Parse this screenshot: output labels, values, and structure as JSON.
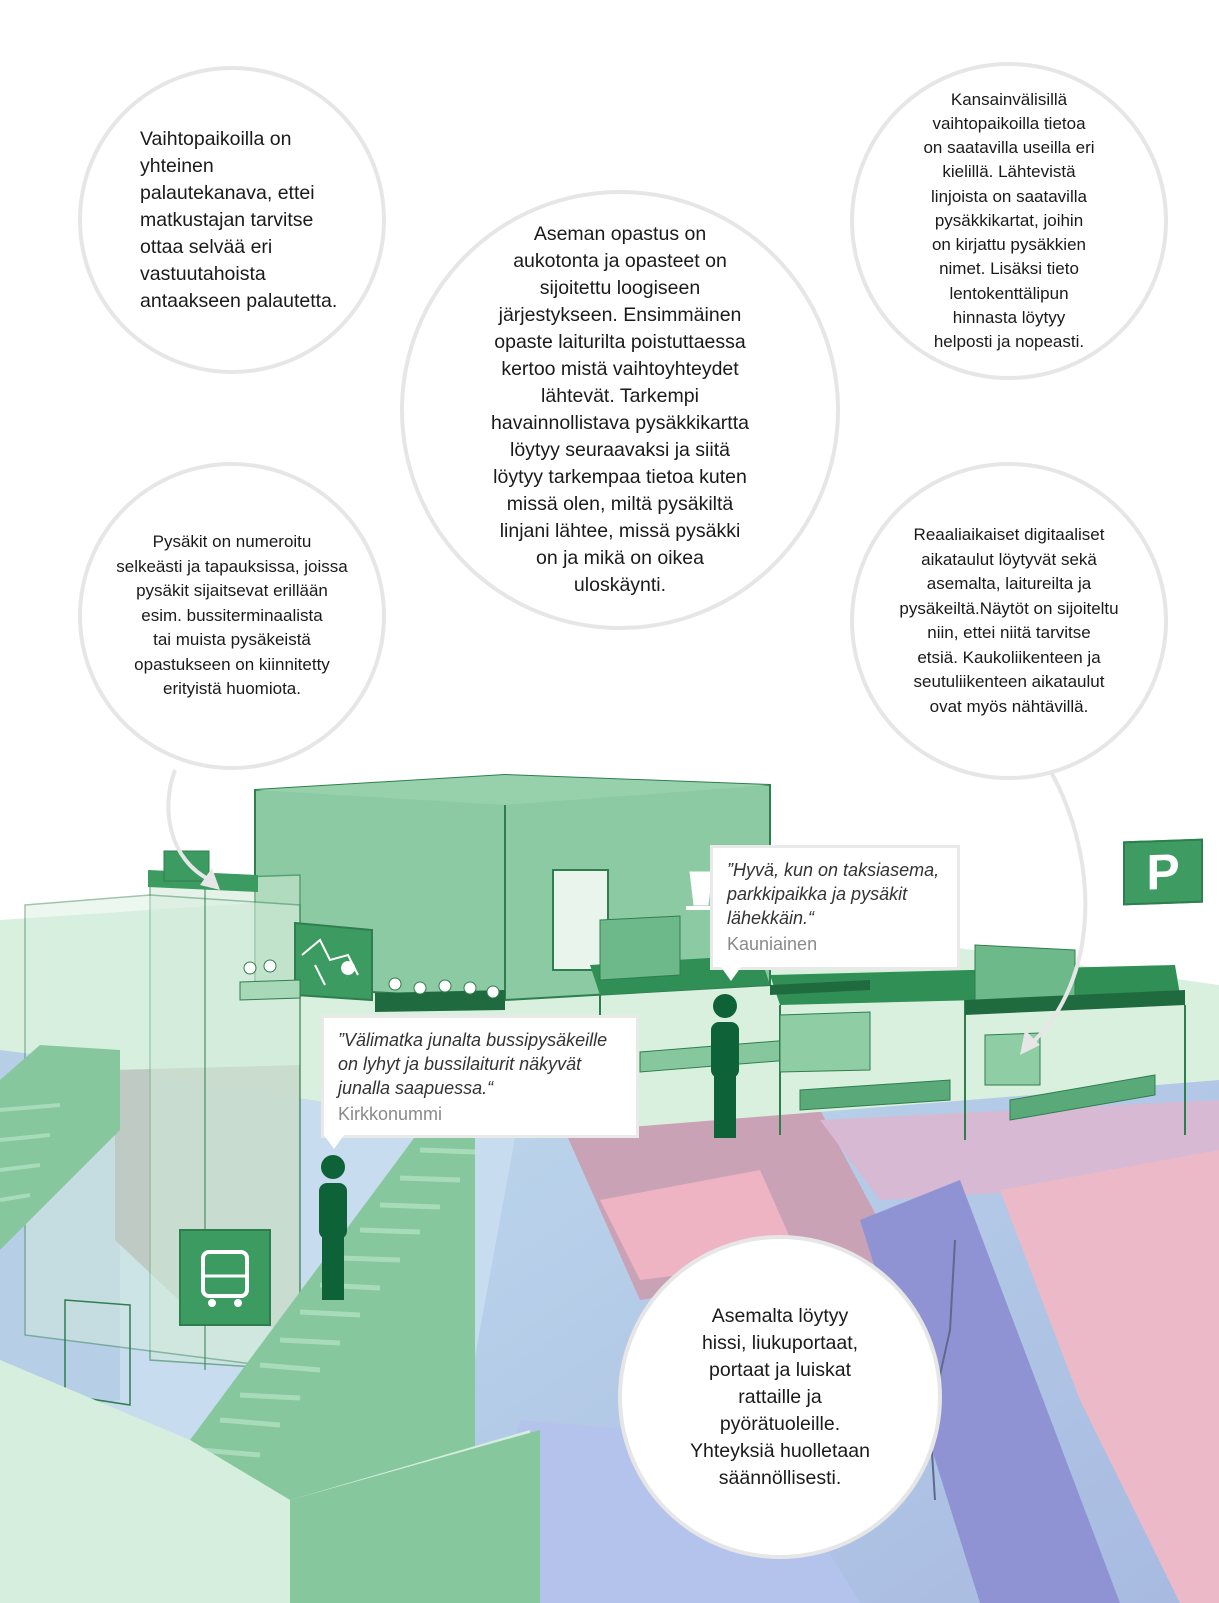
{
  "bubbles": {
    "feedback": "Vaihtopaikoilla on\nyhteinen\npalautekanava, ettei\nmatkustajan tarvitse\nottaa selvää eri\nvastuutahoista\nantaakseen palautetta.",
    "signage": "Aseman opastus on\naukotonta ja opasteet on\nsijoitettu loogiseen\njärjestykseen. Ensimmäinen\nopaste laiturilta poistuttaessa\nkertoo mistä vaihtoyhteydet\nlähtevät. Tarkempi\nhavainnollistava pysäkkikartta\nlöytyy seuraavaksi ja siitä\nlöytyy tarkempaa tietoa kuten\nmissä olen, miltä pysäkiltä\nlinjani lähtee, missä pysäkki\non ja mikä on oikea\nuloskäynti.",
    "international": "Kansainvälisillä\nvaihtopaikoilla tietoa\non saatavilla useilla eri\nkielillä. Lähtevistä\nlinjoista on saatavilla\npysäkkikartat, joihin\non kirjattu pysäkkien\nnimet. Lisäksi tieto\nlentokenttälipun\nhinnasta löytyy\nhelposti ja nopeasti.",
    "numbering": "Pysäkit on numeroitu\nselkeästi ja tapauksissa, joissa\npysäkit sijaitsevat erillään\nesim. bussiterminaalista\ntai muista pysäkeistä\nopastukseen on kiinnitetty\nerityistä huomiota.",
    "realtime": "Reaaliaikaiset digitaaliset\naikataulut löytyvät sekä\nasemalta, laitureilta ja\npysäkeiltä.Näytöt on sijoiteltu\nniin, ettei niitä tarvitse\netsiä. Kaukoliikenteen ja\nseutuliikenteen aikataulut\novat myös nähtävillä.",
    "accessibility": "Asemalta löytyy\nhissi, liukuportaat,\nportaat ja luiskat\nrattaille ja\npyörätuoleille.\nYhteyksiä huolletaan\nsäännöllisesti."
  },
  "quotes": {
    "kauniainen": {
      "text": "”Hyvä, kun on taksiasema,\nparkkipaikka ja pysäkit\nlähekkäin.“",
      "place": "Kauniainen"
    },
    "kirkkonummi": {
      "text": "”Välimatka junalta bussipysäkeille\non lyhyt ja bussilaiturit näkyvät\njunalla saapuessa.“",
      "place": "Kirkkonummi"
    }
  },
  "signs": {
    "parking": "P"
  },
  "icons": [
    "map-sign-icon",
    "bus-sign-icon",
    "coffee-cup-icon",
    "parking-sign-icon",
    "flower-icon"
  ],
  "colors": {
    "building": "#87c9a0",
    "building_dark": "#2f7e4e",
    "person": "#0d6337",
    "ground": "#d6eedc",
    "glass": "#cfe9d6"
  }
}
